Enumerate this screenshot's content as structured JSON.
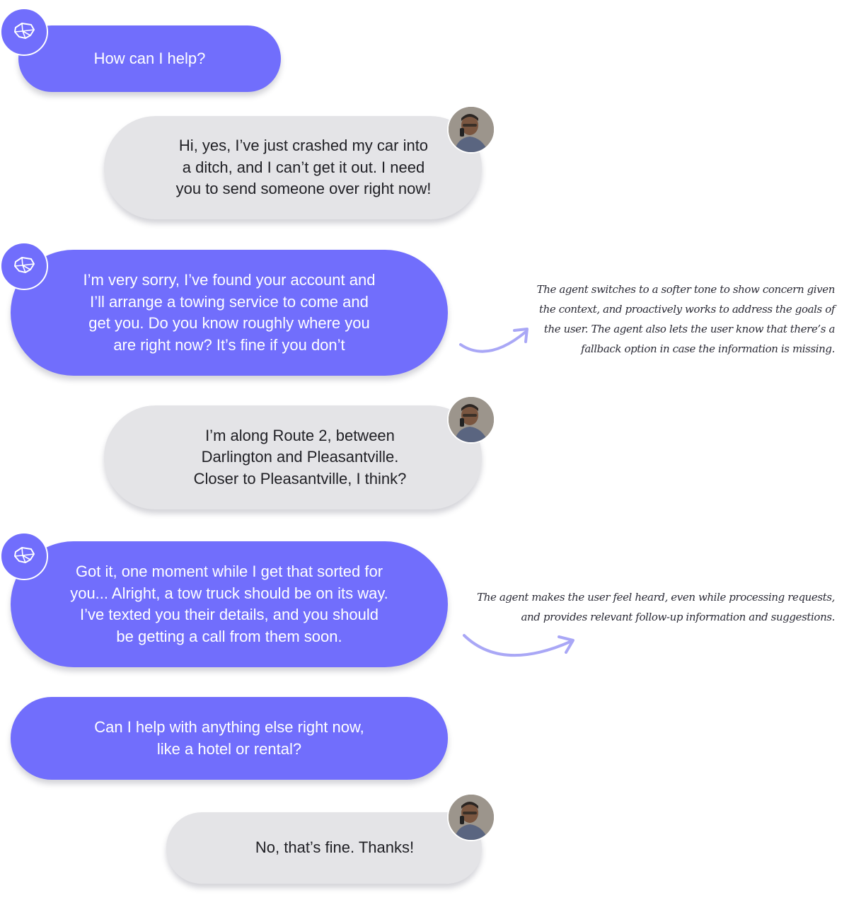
{
  "messages": [
    {
      "role": "agent",
      "lines": [
        "How can I help?"
      ]
    },
    {
      "role": "user",
      "lines": [
        "Hi, yes, I’ve just crashed my car into",
        "a ditch, and I can’t get it out. I need",
        "you to send someone over right now!"
      ]
    },
    {
      "role": "agent",
      "lines": [
        "I’m very sorry, I’ve found your account and",
        "I’ll arrange a towing service to come and",
        "get you. Do you know roughly where you",
        "are right now? It’s fine if you don’t"
      ]
    },
    {
      "role": "user",
      "lines": [
        "I’m along Route 2, between",
        "Darlington and Pleasantville.",
        "Closer to Pleasantville, I think?"
      ]
    },
    {
      "role": "agent",
      "lines": [
        "Got it, one moment while I get that sorted for",
        "you... Alright, a tow truck should be on its way.",
        "I’ve texted you their details, and you should",
        "be getting a call from them soon."
      ]
    },
    {
      "role": "agent",
      "lines": [
        "Can I help with anything else right now,",
        "like a hotel or rental?"
      ]
    },
    {
      "role": "user",
      "lines": [
        "No, that’s fine. Thanks!"
      ]
    }
  ],
  "annotations": [
    {
      "lines": [
        "The agent switches to a softer tone to show concern given",
        "the context, and proactively works to address the goals of",
        "the user. The agent also lets the user know that there’s a",
        "fallback option in case the information is missing."
      ]
    },
    {
      "lines": [
        "The agent makes the user feel heard, even while processing requests,",
        "and provides relevant follow-up information and suggestions."
      ]
    }
  ],
  "icons": {
    "agent_avatar": "agent-gem-icon",
    "user_avatar": "user-photo",
    "annotation_arrow": "curved-arrow-icon"
  },
  "colors": {
    "agent_bubble": "#716efc",
    "user_bubble": "#e4e4e7",
    "arrow": "#a9a7f6"
  }
}
